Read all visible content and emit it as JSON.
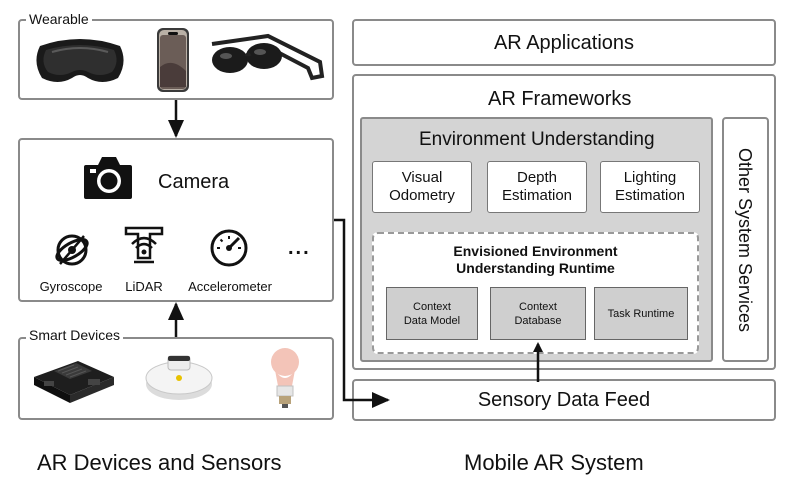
{
  "left": {
    "wearable": {
      "label": "Wearable",
      "items": [
        "headset-icon",
        "phone-icon",
        "glasses-icon"
      ]
    },
    "sensors": {
      "camera_label": "Camera",
      "items": [
        {
          "icon": "gyroscope-icon",
          "label": "Gyroscope"
        },
        {
          "icon": "lidar-icon",
          "label": "LiDAR"
        },
        {
          "icon": "accelerometer-icon",
          "label": "Accelerometer"
        }
      ],
      "more": "..."
    },
    "smart_devices": {
      "label": "Smart Devices",
      "items": [
        "board-icon",
        "robot-vacuum-icon",
        "smart-bulb-icon"
      ]
    },
    "caption": "AR Devices and Sensors"
  },
  "right": {
    "applications": "AR Applications",
    "frameworks": {
      "title": "AR Frameworks",
      "env_understanding": {
        "title": "Environment Understanding",
        "modules": [
          {
            "line1": "Visual",
            "line2": "Odometry"
          },
          {
            "line1": "Depth",
            "line2": "Estimation"
          },
          {
            "line1": "Lighting",
            "line2": "Estimation"
          }
        ],
        "runtime": {
          "title_line1": "Envisioned Environment",
          "title_line2": "Understanding Runtime",
          "components": [
            {
              "line1": "Context",
              "line2": "Data Model"
            },
            {
              "line1": "Context",
              "line2": "Database"
            },
            {
              "line1": "Task Runtime",
              "line2": ""
            }
          ]
        }
      },
      "other_services": "Other System Services"
    },
    "sensory_feed": "Sensory Data Feed",
    "caption": "Mobile AR System"
  },
  "colors": {
    "border": "#8a8a8a",
    "grey_fill": "#d4d4d4",
    "component_fill": "#cfcfcf",
    "dashed_border": "#999999"
  }
}
